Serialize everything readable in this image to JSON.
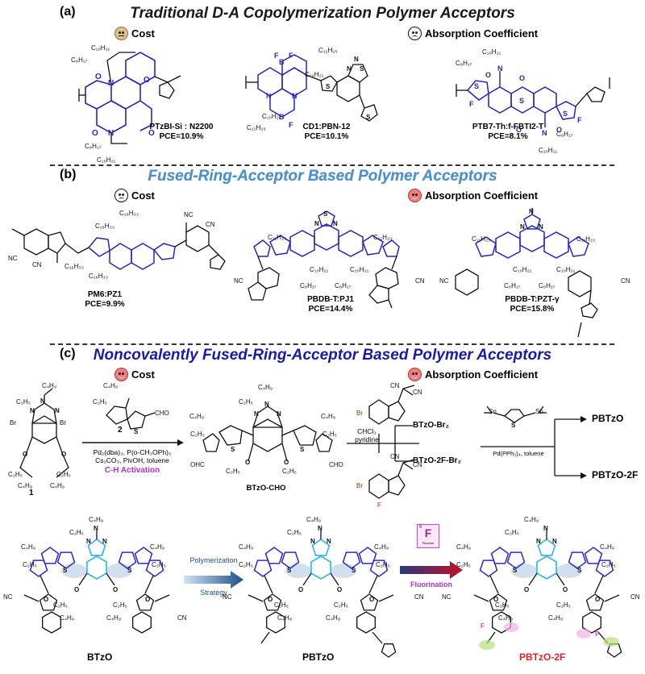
{
  "section_a": {
    "label": "(a)",
    "title": "Traditional D-A Copolymerization Polymer Acceptors",
    "cost_label": "Cost",
    "absorption_label": "Absorption Coefficient",
    "molecules": [
      {
        "name": "PTzBI-Si : N2200",
        "pce": "PCE=10.9%"
      },
      {
        "name": "CD1:PBN-12",
        "pce": "PCE=10.1%"
      },
      {
        "name": "PTB7-Th:f-FBTI2-T",
        "pce": "PCE=8.1%"
      }
    ]
  },
  "section_b": {
    "label": "(b)",
    "title": "Fused-Ring-Acceptor Based Polymer Acceptors",
    "cost_label": "Cost",
    "absorption_label": "Absorption Coefficient",
    "molecules": [
      {
        "name": "PM6:PZ1",
        "pce": "PCE=9.9%"
      },
      {
        "name": "PBDB-T:PJ1",
        "pce": "PCE=14.4%"
      },
      {
        "name": "PBDB-T:PZT-γ",
        "pce": "PCE=15.8%"
      }
    ]
  },
  "section_c": {
    "label": "(c)",
    "title": "Noncovalently Fused-Ring-Acceptor Based Polymer Acceptors",
    "cost_label": "Cost",
    "absorption_label": "Absorption Coefficient",
    "reagent_number": "2",
    "reagent_conditions_1": "Pd₂(dba)₃, P(o-CH₃OPh)₃",
    "reagent_conditions_2": "Cs₂CO₃, PivOH, toluene",
    "ch_activation": "C-H Activation",
    "compound_1": "1",
    "intermediate": "BTzO-CHO",
    "knoevenagel_1": "CHCl₃",
    "knoevenagel_2": "pyridine",
    "product_br2": "BTzO-Br₂",
    "product_2f_br2": "BTzO-2F-Br₂",
    "stille_conditions": "Pd(PPh₃)₄, toluene",
    "final_1": "PBTzO",
    "final_2": "PBTzO-2F",
    "bottom_labels": [
      "BTzO",
      "PBTzO",
      "PBTzO-2F"
    ],
    "polymerization_1": "Polymerization",
    "polymerization_2": "Strategy",
    "fluorination": "Fluorination",
    "fluorine_symbol": "F",
    "fluorine_number": "9",
    "fluorine_name": "Fluorine"
  },
  "chains": {
    "c8h17": "C₈H₁₇",
    "c10h21": "C₁₀H₂₁",
    "c12h25": "C₁₂H₂₅",
    "c16h33": "C₁₆H₃₃",
    "c11h23": "C₁₁H₂₃",
    "c4h9": "C₄H₉",
    "c2h5": "C₂H₅",
    "cn": "NC",
    "cn2": "CN",
    "cho": "CHO",
    "ohc": "OHC",
    "br": "Br",
    "s": "S",
    "n": "N",
    "o": "O",
    "f": "F",
    "b": "B",
    "sn": "Sn"
  },
  "colors": {
    "blue_core": "#2a2ad0",
    "cyan_core": "#29b6e8",
    "red_label": "#e52222",
    "purple": "#b030d0",
    "magenta_f": "#e040c0"
  }
}
